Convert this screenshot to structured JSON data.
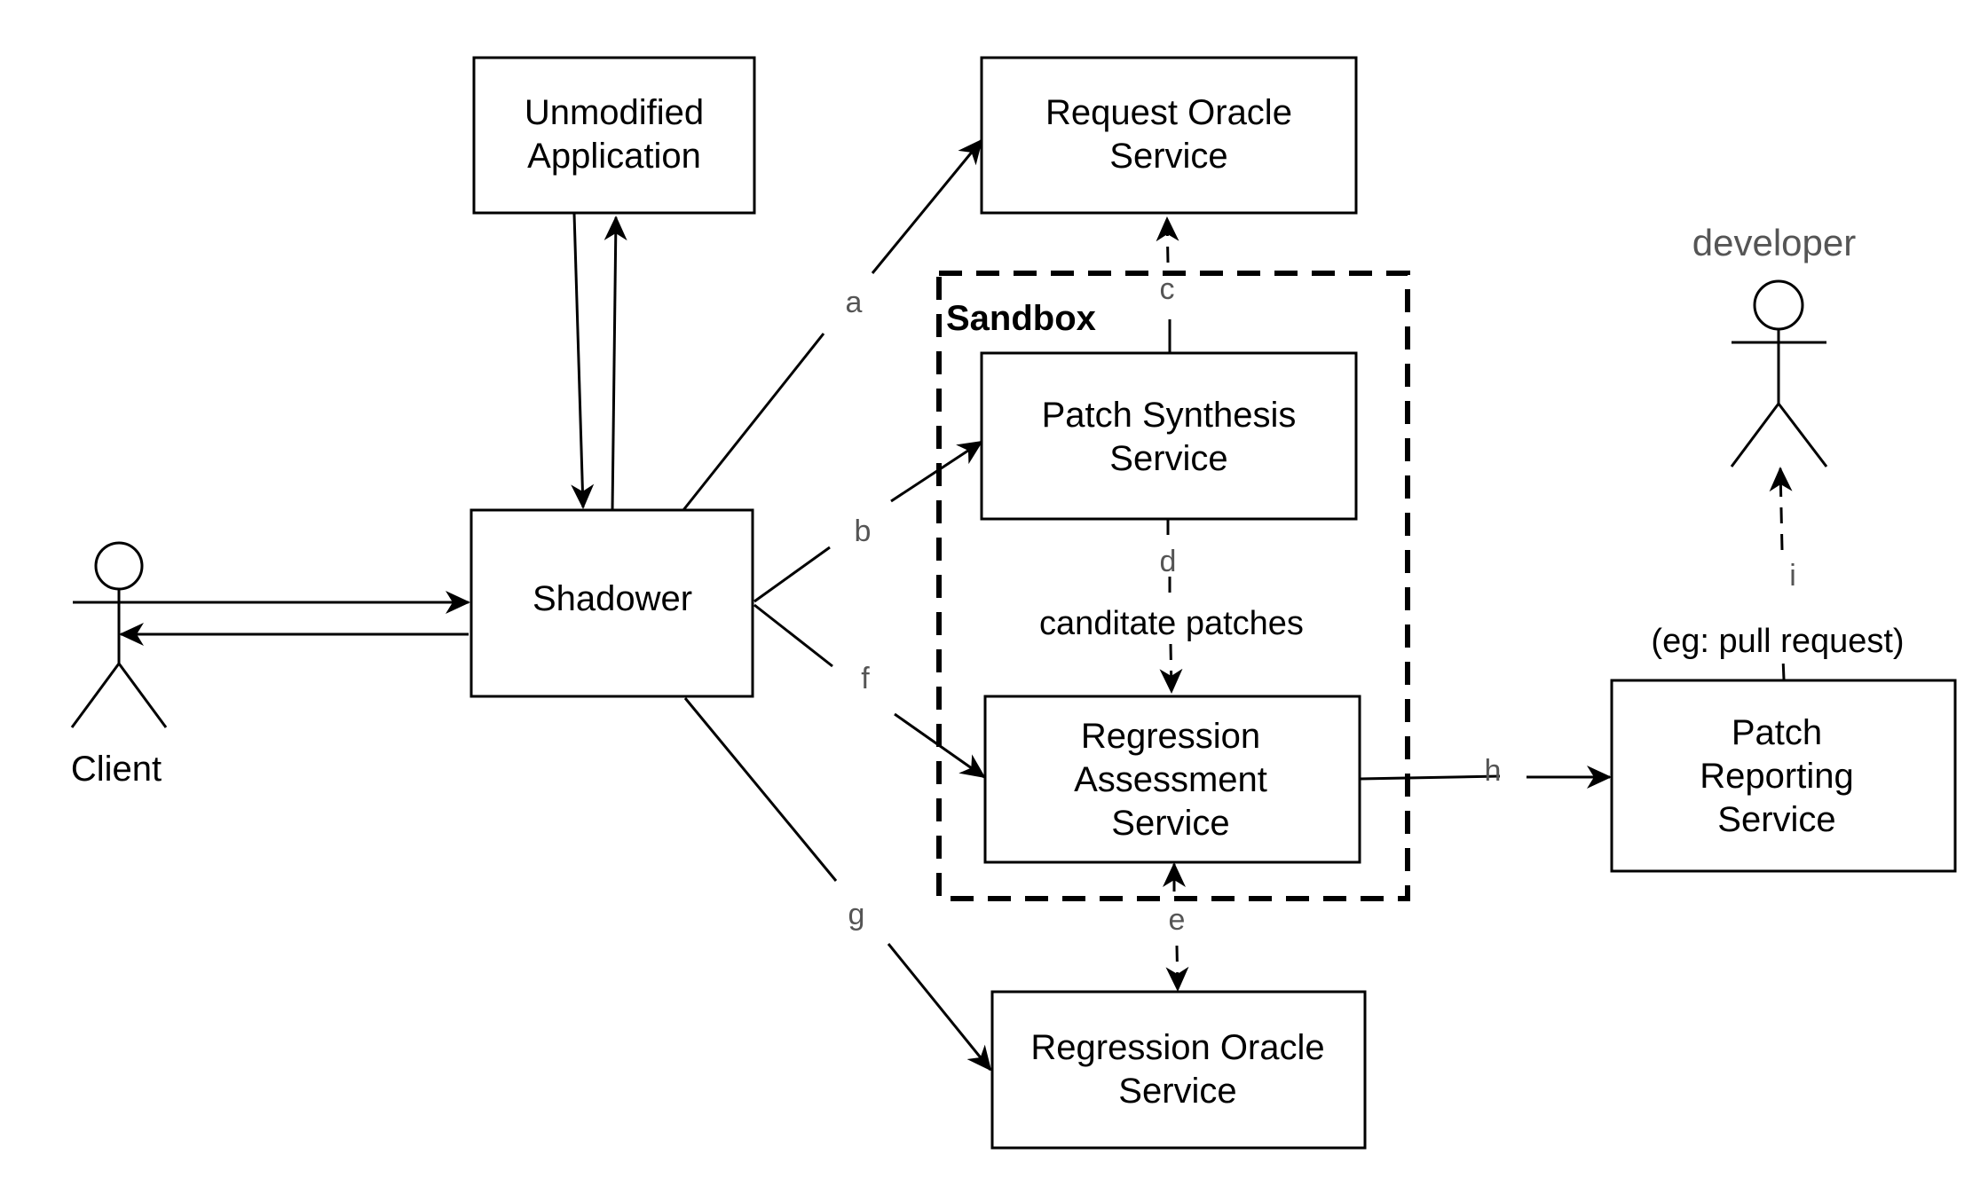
{
  "sandbox": {
    "label": "Sandbox"
  },
  "actors": {
    "client": {
      "label": "Client"
    },
    "developer": {
      "label": "developer"
    }
  },
  "nodes": {
    "unmodified_app": {
      "lines": [
        "Unmodified",
        "Application"
      ]
    },
    "request_oracle": {
      "lines": [
        "Request Oracle",
        "Service"
      ]
    },
    "shadower": {
      "lines": [
        "Shadower"
      ]
    },
    "patch_synthesis": {
      "lines": [
        "Patch Synthesis",
        "Service"
      ]
    },
    "regression_assessment": {
      "lines": [
        "Regression",
        "Assessment",
        "Service"
      ]
    },
    "regression_oracle": {
      "lines": [
        "Regression Oracle",
        "Service"
      ]
    },
    "patch_reporting": {
      "lines": [
        "Patch",
        "Reporting",
        "Service"
      ]
    }
  },
  "edges": {
    "a": "a",
    "b": "b",
    "c": "c",
    "d": "d",
    "e": "e",
    "f": "f",
    "g": "g",
    "h": "h",
    "i": "i"
  },
  "notes": {
    "candidate_patches": "canditate patches",
    "pull_request": "(eg: pull request)"
  }
}
